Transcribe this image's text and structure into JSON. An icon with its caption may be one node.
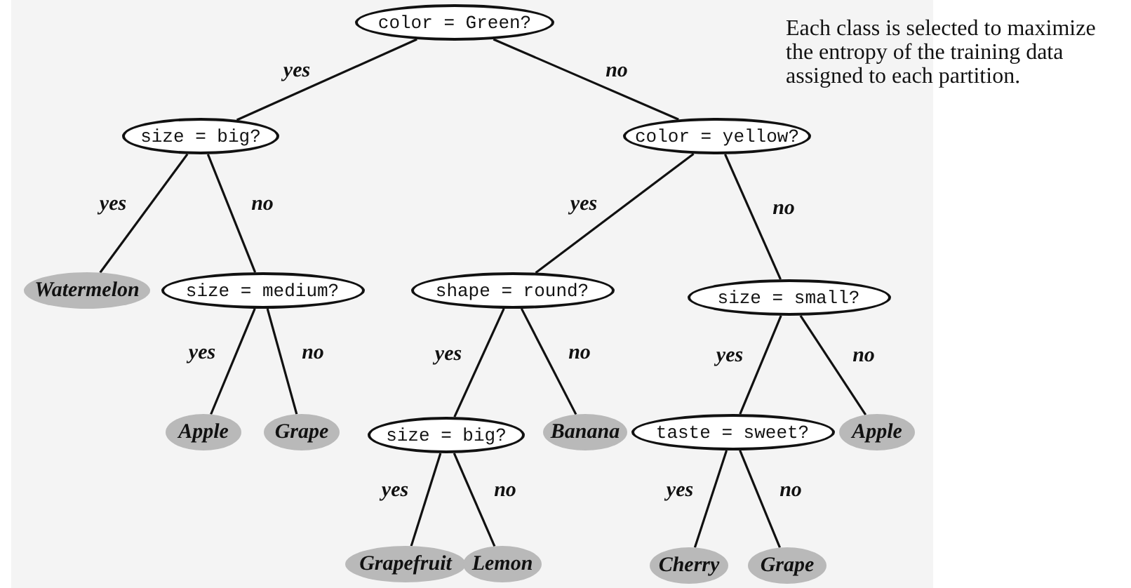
{
  "diagram": {
    "nodes": [
      {
        "text": [
          "color = Green?"
        ]
      },
      {
        "text": [
          "size = big?"
        ]
      },
      {
        "text": [
          "color = yellow?"
        ]
      },
      {
        "text": [
          "Watermelon"
        ]
      },
      {
        "text": [
          "size = medium?"
        ]
      },
      {
        "text": [
          "shape = round?"
        ]
      },
      {
        "text": [
          "size = small?"
        ]
      },
      {
        "text": [
          "Apple"
        ]
      },
      {
        "text": [
          "Grape"
        ]
      },
      {
        "text": [
          "size = big?"
        ]
      },
      {
        "text": [
          "Banana"
        ]
      },
      {
        "text": [
          "taste = sweet?"
        ]
      },
      {
        "text": [
          "Apple"
        ]
      },
      {
        "text": [
          "Grapefruit"
        ]
      },
      {
        "text": [
          "Lemon"
        ]
      },
      {
        "text": [
          "Cherry"
        ]
      },
      {
        "text": [
          "Grape"
        ]
      }
    ],
    "edges": [
      {
        "from": 0,
        "to": 1,
        "arrow": "none",
        "label": "yes"
      },
      {
        "from": 0,
        "to": 2,
        "arrow": "none",
        "label": "no"
      },
      {
        "from": 1,
        "to": 3,
        "arrow": "none",
        "label": "yes"
      },
      {
        "from": 1,
        "to": 4,
        "arrow": "none",
        "label": "no"
      },
      {
        "from": 2,
        "to": 5,
        "arrow": "none",
        "label": "yes"
      },
      {
        "from": 2,
        "to": 6,
        "arrow": "none",
        "label": "no"
      },
      {
        "from": 4,
        "to": 7,
        "arrow": "none",
        "label": "yes"
      },
      {
        "from": 4,
        "to": 8,
        "arrow": "none",
        "label": "no"
      },
      {
        "from": 5,
        "to": 9,
        "arrow": "none",
        "label": "yes"
      },
      {
        "from": 5,
        "to": 10,
        "arrow": "none",
        "label": "no"
      },
      {
        "from": 6,
        "to": 11,
        "arrow": "none",
        "label": "yes"
      },
      {
        "from": 6,
        "to": 12,
        "arrow": "none",
        "label": "no"
      },
      {
        "from": 9,
        "to": 13,
        "arrow": "none",
        "label": "yes"
      },
      {
        "from": 9,
        "to": 14,
        "arrow": "none",
        "label": "no"
      },
      {
        "from": 11,
        "to": 15,
        "arrow": "none",
        "label": "yes"
      },
      {
        "from": 11,
        "to": 16,
        "arrow": "none",
        "label": "no"
      }
    ],
    "labels": [
      "Each class is selected to maximize the entropy of the training data assigned to each partition."
    ]
  }
}
